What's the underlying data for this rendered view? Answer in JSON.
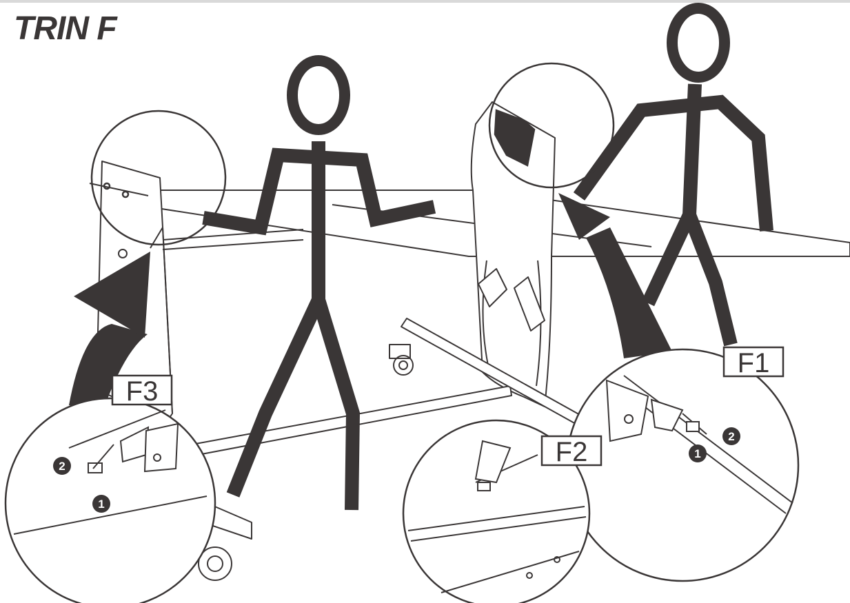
{
  "title": "TRIN F",
  "callouts": {
    "f1": "F1",
    "f2": "F2",
    "f3": "F3"
  },
  "steps": {
    "one": "1",
    "two": "2"
  },
  "colors": {
    "ink": "#3a3636",
    "paper": "#ffffff"
  }
}
